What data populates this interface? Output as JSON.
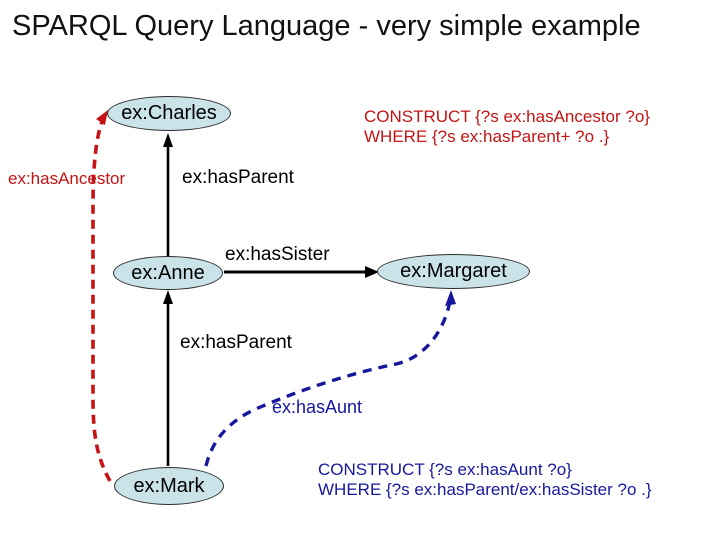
{
  "title": "SPARQL Query Language - very simple example",
  "colors": {
    "node_fill": "#c9e3e9",
    "node_stroke": "#2e2e2e",
    "ancestor_red": "#c41414",
    "aunt_blue": "#17179e",
    "edge_black": "#000000",
    "background": "#ffffff"
  },
  "nodes": {
    "charles": "ex:Charles",
    "anne": "ex:Anne",
    "margaret": "ex:Margaret",
    "mark": "ex:Mark"
  },
  "edges": {
    "has_ancestor": "ex:hasAncestor",
    "has_parent_charles": "ex:hasParent",
    "has_sister": "ex:hasSister",
    "has_parent_anne": "ex:hasParent",
    "has_aunt": "ex:hasAunt"
  },
  "queries": {
    "ancestor": {
      "construct": "CONSTRUCT {?s ex:hasAncestor ?o}",
      "where": "WHERE {?s ex:hasParent+ ?o .}"
    },
    "aunt": {
      "construct": "CONSTRUCT {?s ex:hasAunt ?o}",
      "where": "WHERE {?s ex:hasParent/ex:hasSister ?o .}"
    }
  }
}
